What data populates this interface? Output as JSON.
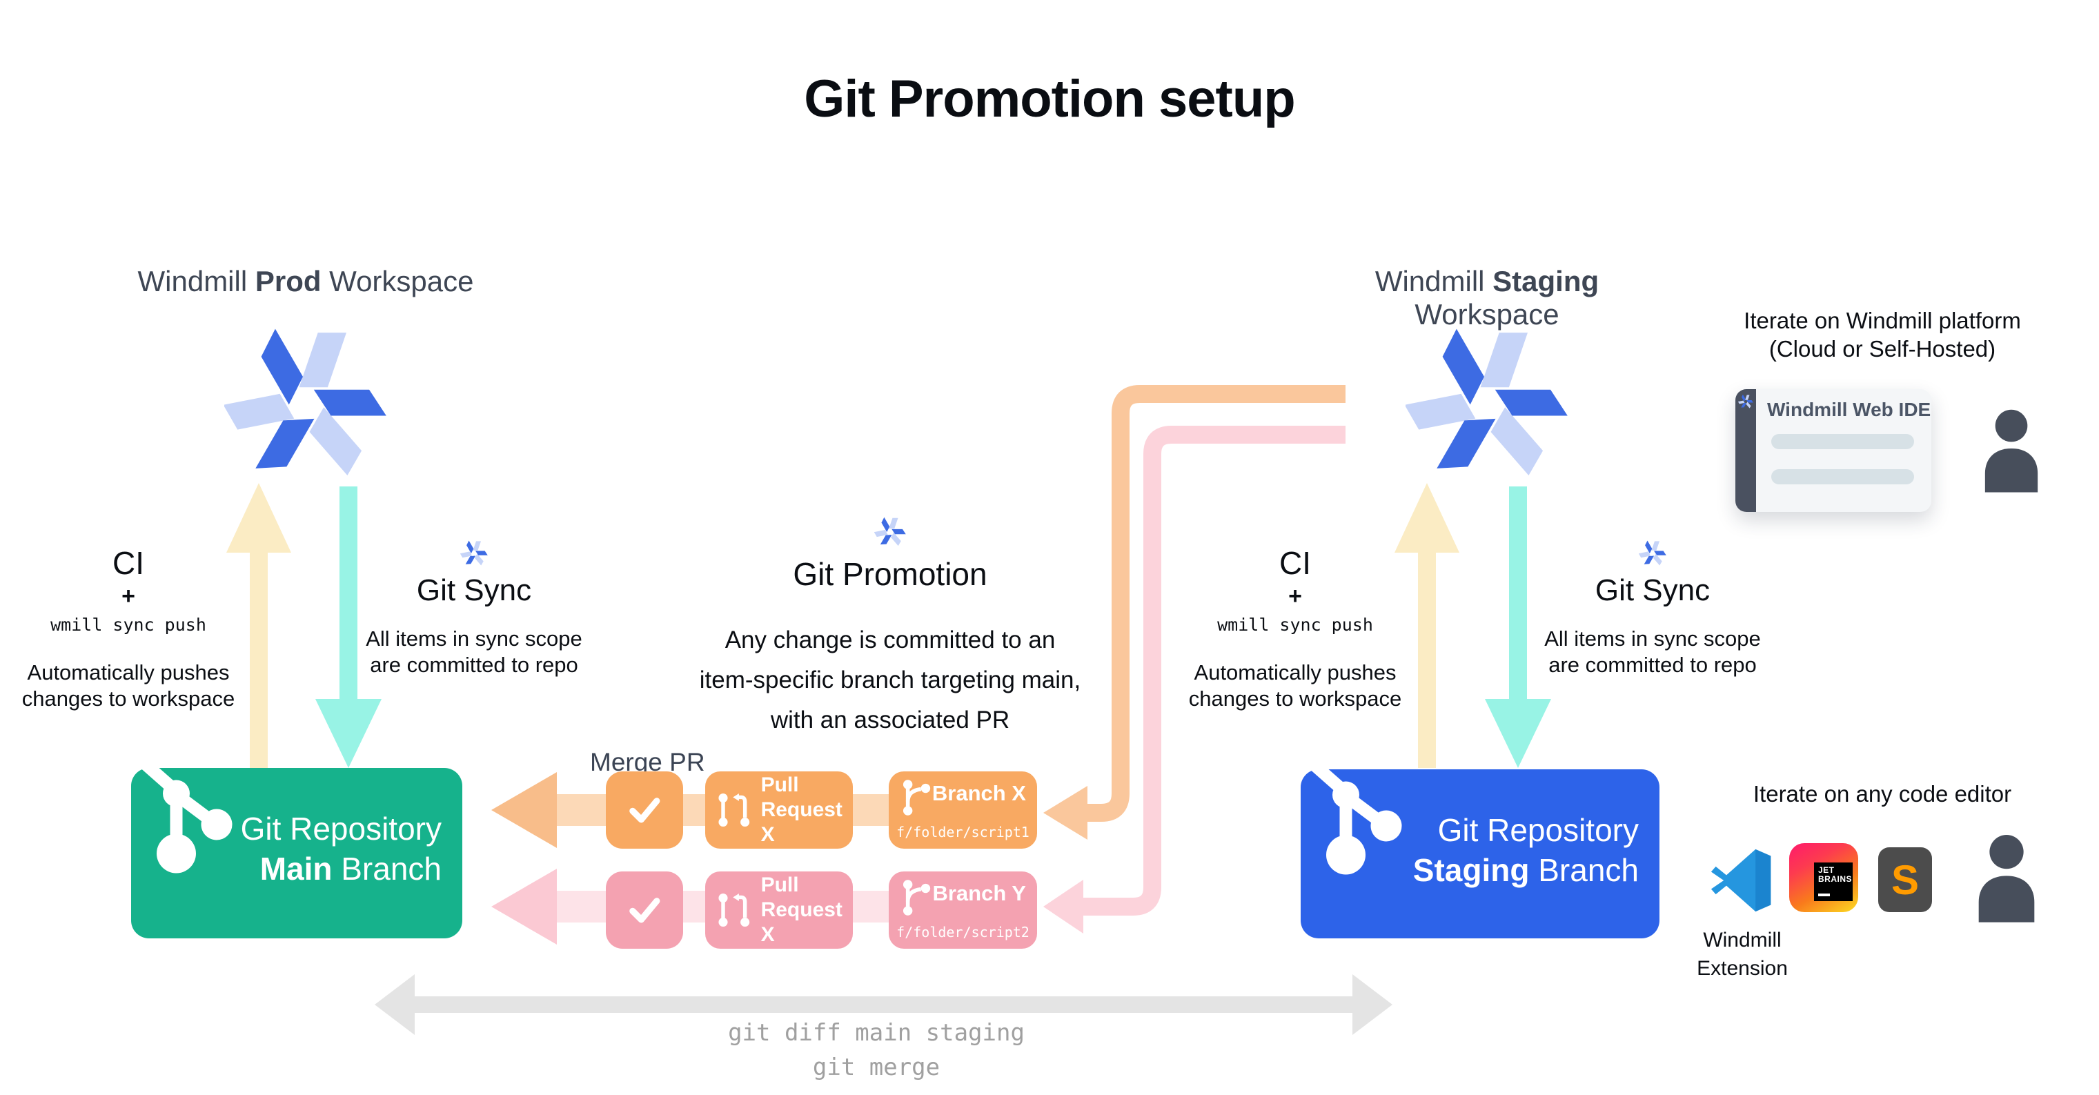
{
  "title": "Git Promotion setup",
  "workspaces": {
    "prod": {
      "pre": "Windmill ",
      "bold": "Prod",
      "post": " Workspace"
    },
    "staging": {
      "pre": "Windmill ",
      "bold": "Staging",
      "post": " Workspace"
    }
  },
  "ci": {
    "heading": "CI",
    "plus": "+",
    "command": "wmill sync push",
    "desc_line1": "Automatically pushes",
    "desc_line2": "changes to workspace"
  },
  "git_sync": {
    "heading": "Git Sync",
    "desc_line1": "All items in sync scope",
    "desc_line2": "are committed to repo"
  },
  "git_promotion": {
    "heading": "Git Promotion",
    "desc_line1": "Any change is committed to an",
    "desc_line2": "item-specific branch targeting main,",
    "desc_line3": "with an associated PR"
  },
  "merge_pr_label": "Merge PR",
  "pr_rows": [
    {
      "pull_line1": "Pull",
      "pull_line2": "Request X",
      "branch": "Branch X",
      "path": "f/folder/script1"
    },
    {
      "pull_line1": "Pull",
      "pull_line2": "Request X",
      "branch": "Branch Y",
      "path": "f/folder/script2"
    }
  ],
  "repos": {
    "main": {
      "line1": "Git Repository",
      "bold": "Main",
      "post": " Branch"
    },
    "staging": {
      "line1": "Git Repository",
      "bold": "Staging",
      "post": " Branch"
    }
  },
  "platform_panel": {
    "line1": "Iterate on Windmill platform",
    "line2": "(Cloud or Self-Hosted)",
    "card_title": "Windmill Web IDE"
  },
  "editor_panel": {
    "title": "Iterate on any code editor",
    "extension_line1": "Windmill",
    "extension_line2": "Extension",
    "jetbrains_line1": "JET",
    "jetbrains_line2": "BRAINS",
    "sublime_letter": "S"
  },
  "bottom": {
    "command_line1": "git diff main staging",
    "command_line2": "git merge"
  },
  "colors": {
    "windmill_blue": "#3d6be3",
    "windmill_light_blue": "#c6d4f8",
    "main_repo_green": "#16b28c",
    "staging_repo_blue": "#2d63e9",
    "orange_box": "#f8a962",
    "orange_path": "#fac79c",
    "orange_row": "#fcd9b7",
    "pink_box": "#f4a2b1",
    "pink_path": "#fcd3db",
    "pink_row": "#fde3e8",
    "yellow_arrow": "#fbecc4",
    "teal_arrow": "#98f3e5",
    "gray_arrow": "#e4e4e4",
    "dark_slate": "#3e4654"
  }
}
